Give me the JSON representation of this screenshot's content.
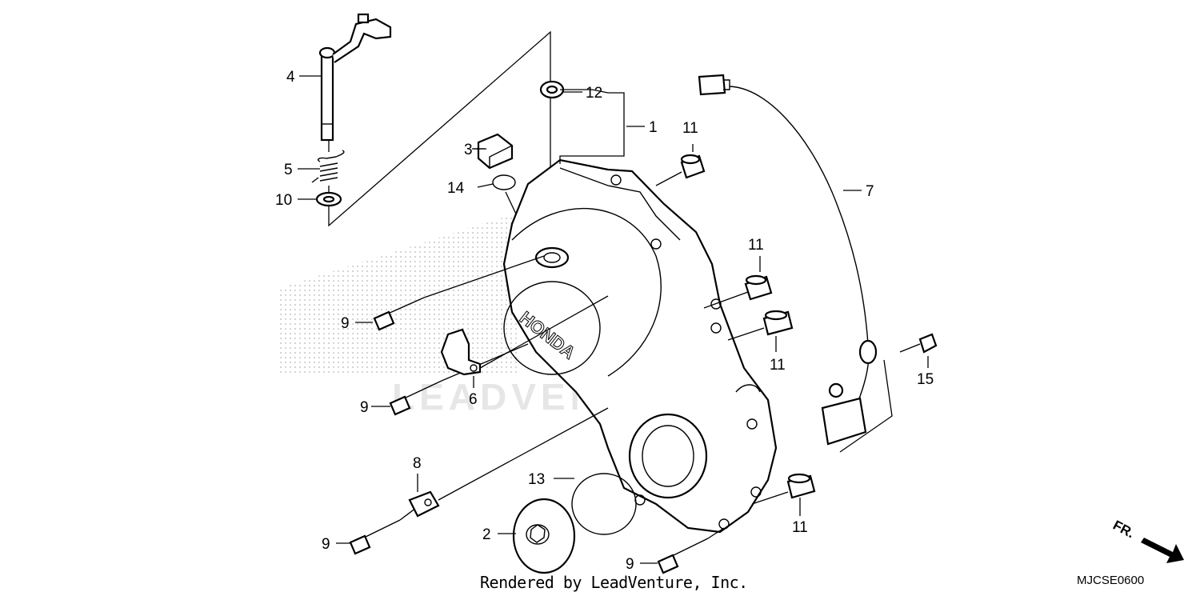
{
  "callouts": {
    "c1": "1",
    "c2": "2",
    "c3": "3",
    "c4": "4",
    "c5": "5",
    "c6": "6",
    "c7": "7",
    "c8": "8",
    "c9a": "9",
    "c9b": "9",
    "c9c": "9",
    "c9d": "9",
    "c10": "10",
    "c11a": "11",
    "c11b": "11",
    "c11c": "11",
    "c11d": "11",
    "c12": "12",
    "c13": "13",
    "c14": "14",
    "c15": "15"
  },
  "cover_logo": "HONDA",
  "watermark": "LEADVENTURE",
  "direction_label": "FR.",
  "credit": "Rendered by LeadVenture, Inc.",
  "diagram_code": "MJCSE0600",
  "colors": {
    "line": "#000000",
    "watermark": "#e6e6e6",
    "background": "#ffffff"
  }
}
